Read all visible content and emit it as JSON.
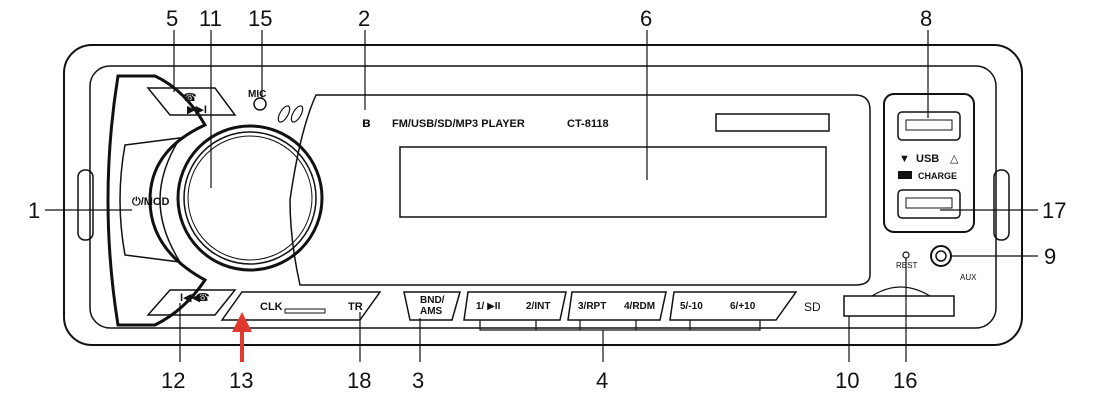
{
  "device": {
    "model_title": "FM/USB/SD/MP3 PLAYER",
    "model_code": "CT-8118",
    "bluetooth_icon": "bluetooth-icon"
  },
  "labels": {
    "mic": "MIC",
    "power_mode": "⏻/MOD",
    "clk": "CLK",
    "tr": "TR",
    "bnd_1": "BND/",
    "bnd_2": "AMS",
    "btn1": "1/ ▶II",
    "btn2": "2/INT",
    "btn3": "3/RPT",
    "btn4": "4/RDM",
    "btn5": "5/-10",
    "btn6": "6/+10",
    "usb": "USB",
    "charge": "CHARGE",
    "reset": "REST",
    "aux": "AUX",
    "sd": "SD",
    "next_track": "▶▶I",
    "prev_track": "I◀◀"
  },
  "callouts": {
    "c1": "1",
    "c2": "2",
    "c3": "3",
    "c4": "4",
    "c5": "5",
    "c6": "6",
    "c8": "8",
    "c9": "9",
    "c10": "10",
    "c11": "11",
    "c12": "12",
    "c13": "13",
    "c15": "15",
    "c16": "16",
    "c17": "17",
    "c18": "18"
  },
  "colors": {
    "line": "#111111",
    "highlight_arrow": "#e03a2e"
  }
}
